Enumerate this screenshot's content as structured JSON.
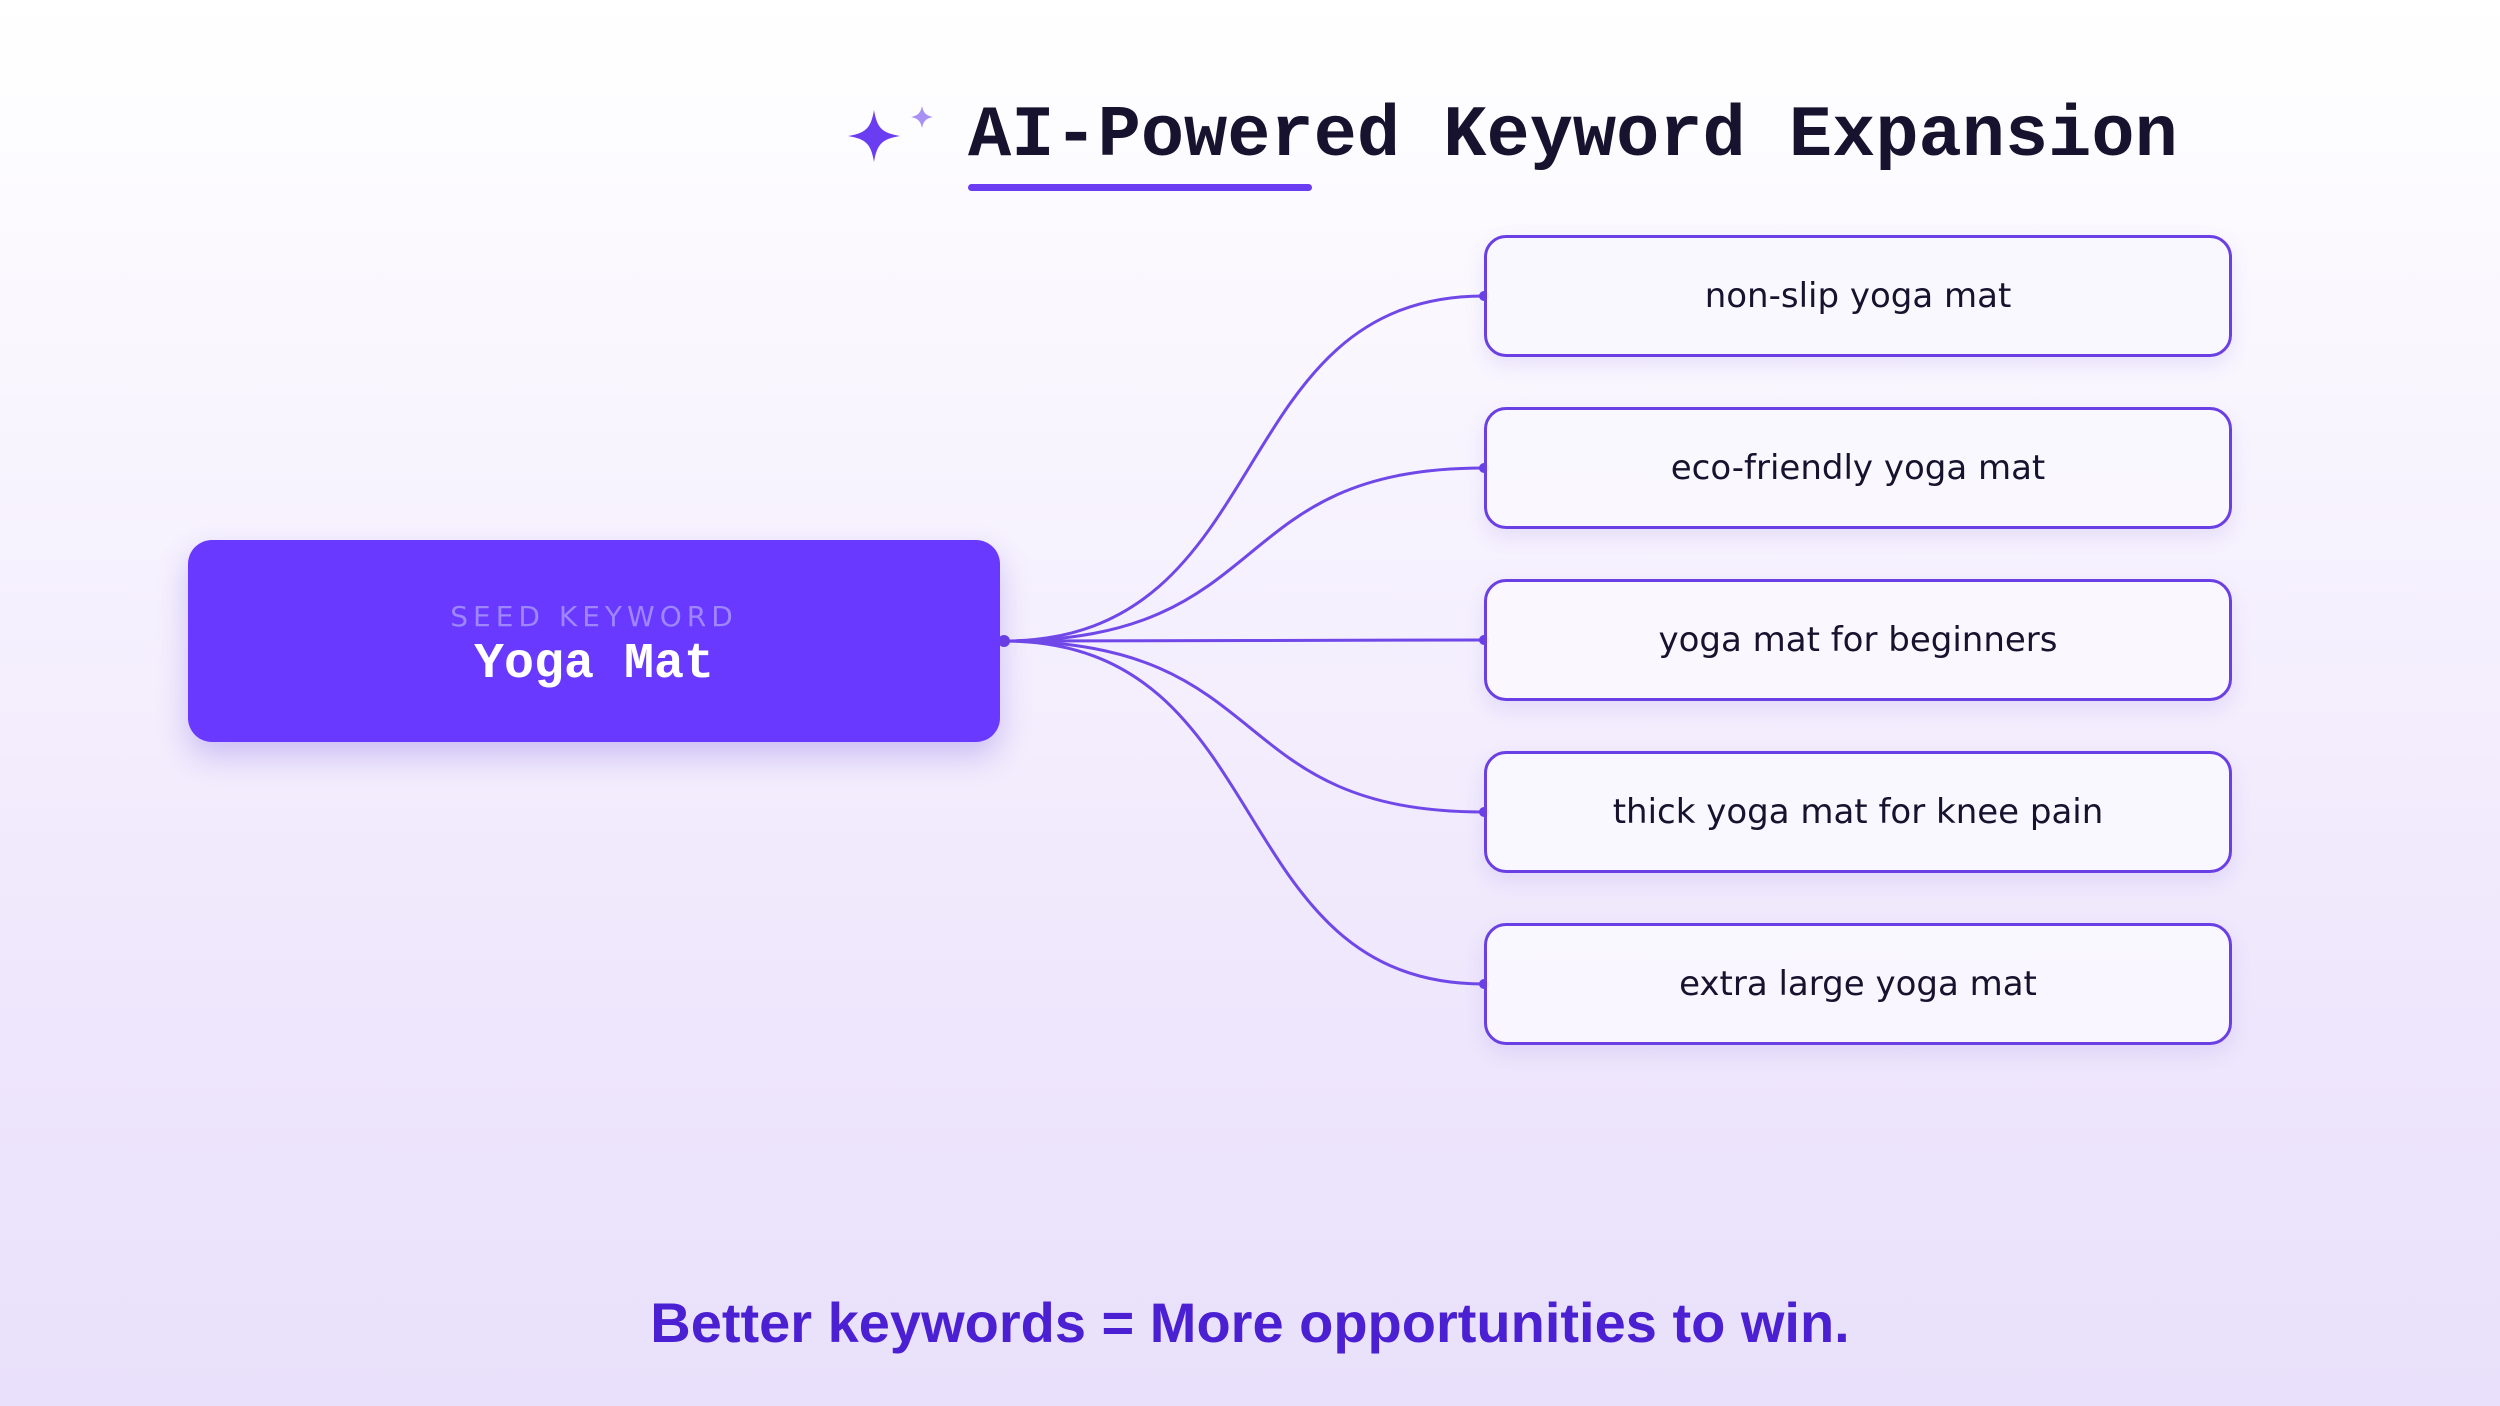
{
  "header": {
    "title": "AI-Powered Keyword Expansion",
    "icon": "sparkle-icon"
  },
  "seed": {
    "label": "SEED KEYWORD",
    "value": "Yoga Mat"
  },
  "keywords": [
    {
      "text": "non-slip yoga mat"
    },
    {
      "text": "eco-friendly yoga mat"
    },
    {
      "text": "yoga mat for beginners"
    },
    {
      "text": "thick yoga mat for knee pain"
    },
    {
      "text": "extra large yoga mat"
    }
  ],
  "tagline": "Better keywords = More opportunities to win.",
  "colors": {
    "accent": "#6939ff",
    "border": "#6a3fe4",
    "text_dark": "#17132e",
    "tagline": "#4b1fd2"
  }
}
